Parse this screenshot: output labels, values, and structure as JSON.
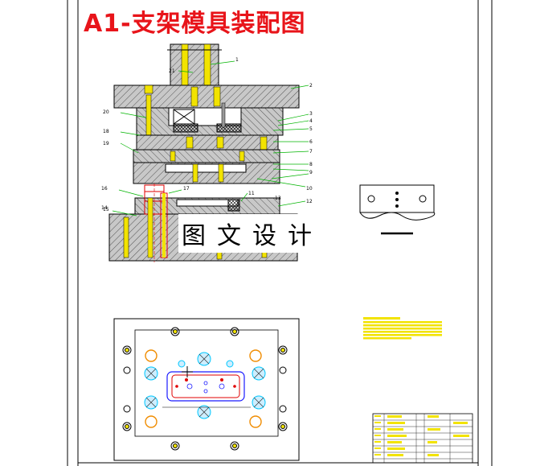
{
  "drawing": {
    "title": "A1-支架模具装配图",
    "watermark": "图文设计",
    "part_labels": [
      "1",
      "2",
      "3",
      "4",
      "5",
      "6",
      "7",
      "8",
      "9",
      "10",
      "11",
      "12",
      "13",
      "14",
      "15",
      "16",
      "17",
      "18",
      "19",
      "20",
      "21"
    ]
  },
  "colors": {
    "title": "#e8141a",
    "part_fill": "#c8c8c8",
    "hatch": "#000000",
    "yellow_parts": "#f2e300",
    "leader_lines": "#00b400",
    "blue_outline": "#1a1aff",
    "red_outline": "#e00000",
    "cyan_circles": "#00c8ff",
    "orange_circles": "#f08c00"
  }
}
